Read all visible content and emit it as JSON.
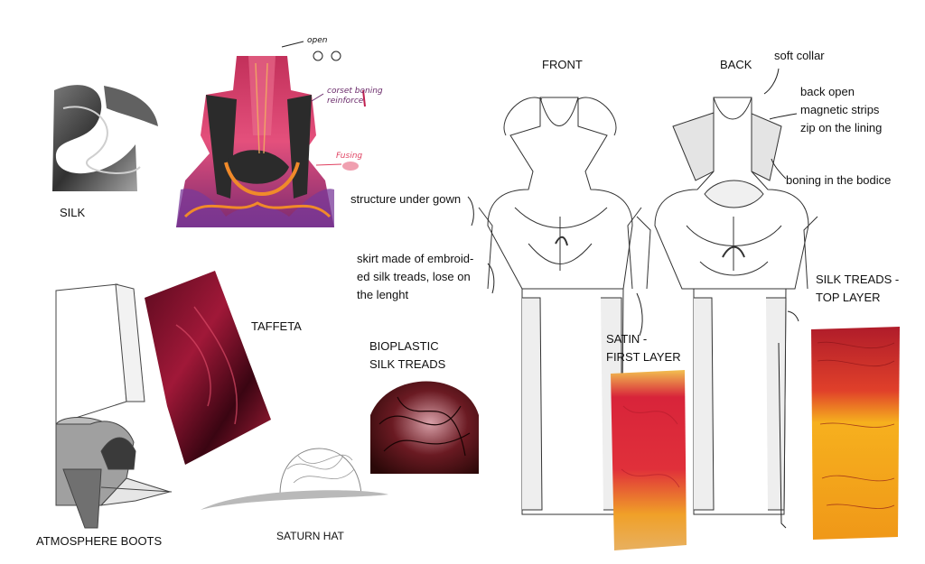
{
  "labels": {
    "silk": "SILK",
    "taffeta": "TAFFETA",
    "bioplastic": "BIOPLASTIC\nSILK TREADS",
    "atmosphere_boots": "ATMOSPHERE BOOTS",
    "saturn_hat": "SATURN HAT",
    "front": "FRONT",
    "back": "BACK",
    "soft_collar": "soft collar",
    "back_open": "back open\nmagnetic strips\nzip on the lining",
    "boning": "boning in the bodice",
    "structure": "structure under gown",
    "skirt": "skirt made of embroid-\ned silk treads, lose on\nthe lenght",
    "satin": "SATIN -\nFIRST LAYER",
    "silk_treads_top": "SILK TREADS -\nTOP LAYER"
  },
  "sketch_notes": {
    "open": "open",
    "corset": "corset boning\nreinforce",
    "fusing": "Fusing"
  },
  "colors": {
    "bodice_dark": "#2b2b2b",
    "bodice_pink": "#e0407a",
    "bodice_orange": "#f08a2a",
    "taffeta": "#8a1530",
    "satin": "#d8243a",
    "satin_edge": "#f0b820",
    "treads_top": "#c8202c",
    "treads_bottom": "#f4a21a",
    "hat": "#b9b9b9"
  }
}
